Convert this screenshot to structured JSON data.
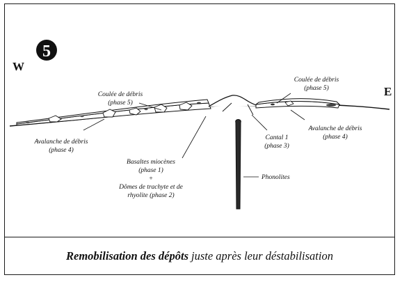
{
  "badge": {
    "number": "5"
  },
  "directions": {
    "west": "W",
    "east": "E"
  },
  "labels": {
    "coulee_left_1": "Coulée de débris",
    "coulee_left_2": "(phase 5)",
    "coulee_right_1": "Coulée de débris",
    "coulee_right_2": "(phase 5)",
    "avalanche_left_1": "Avalanche de débris",
    "avalanche_left_2": "(phase 4)",
    "avalanche_right_1": "Avalanche de débris",
    "avalanche_right_2": "(phase 4)",
    "cantal_1": "Cantal 1",
    "cantal_2": "(phase 3)",
    "basaltes_1": "Basaltes miocènes",
    "basaltes_2": "(phase 1)",
    "plus": "+",
    "domes_1": "Dômes de trachyte et de",
    "domes_2": "rhyolite (phase 2)",
    "phonolites": "Phonolites"
  },
  "caption": {
    "bold_part": "Remobilisation des dépôts",
    "normal_part": "juste après leur déstabilisation"
  },
  "colors": {
    "ink": "#111111",
    "background": "#ffffff"
  }
}
